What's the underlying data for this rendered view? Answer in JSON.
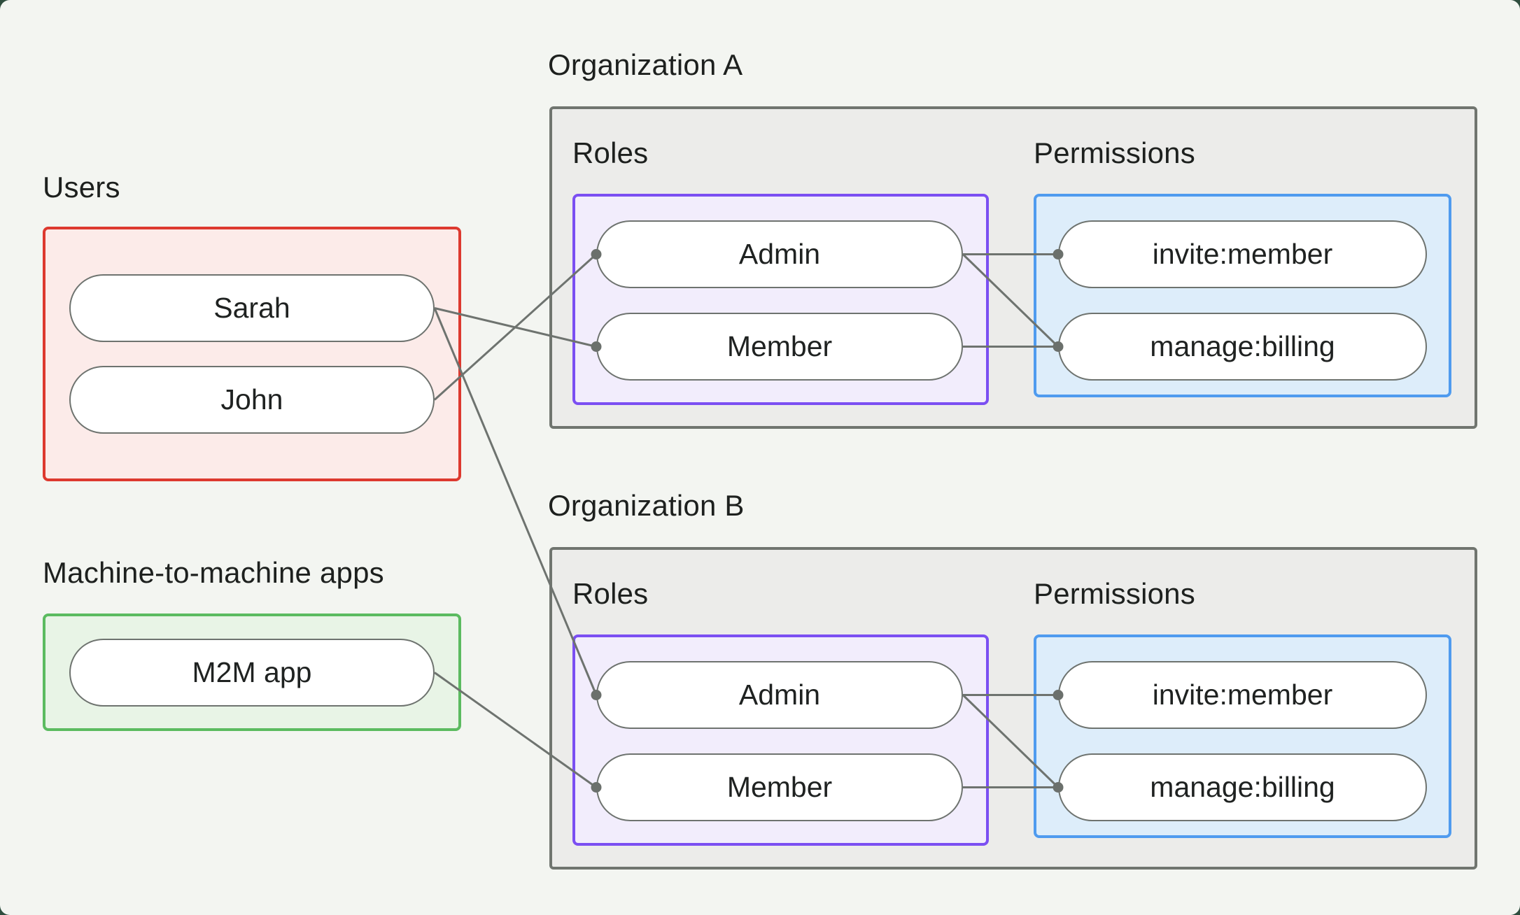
{
  "diagram": {
    "users_group": {
      "label": "Users",
      "users": [
        "Sarah",
        "John"
      ]
    },
    "m2m_group": {
      "label": "Machine-to-machine apps",
      "apps": [
        "M2M app"
      ]
    },
    "organizations": [
      {
        "title": "Organization A",
        "roles_label": "Roles",
        "permissions_label": "Permissions",
        "roles": [
          "Admin",
          "Member"
        ],
        "permissions": [
          "invite:member",
          "manage:billing"
        ]
      },
      {
        "title": "Organization B",
        "roles_label": "Roles",
        "permissions_label": "Permissions",
        "roles": [
          "Admin",
          "Member"
        ],
        "permissions": [
          "invite:member",
          "manage:billing"
        ]
      }
    ],
    "connections": [
      {
        "from": "John",
        "to": "Organization A / Admin"
      },
      {
        "from": "Sarah",
        "to": "Organization A / Member"
      },
      {
        "from": "Sarah",
        "to": "Organization B / Admin"
      },
      {
        "from": "M2M app",
        "to": "Organization B / Member"
      },
      {
        "from": "Organization A / Admin",
        "to": "Organization A / invite:member"
      },
      {
        "from": "Organization A / Admin",
        "to": "Organization A / manage:billing"
      },
      {
        "from": "Organization A / Member",
        "to": "Organization A / manage:billing"
      },
      {
        "from": "Organization B / Admin",
        "to": "Organization B / invite:member"
      },
      {
        "from": "Organization B / Admin",
        "to": "Organization B / manage:billing"
      },
      {
        "from": "Organization B / Member",
        "to": "Organization B / manage:billing"
      }
    ],
    "colors": {
      "background": "#f3f5f1",
      "page_corner": "#2e4d3e",
      "org_box_fill": "#ececea",
      "org_box_border": "#70756f",
      "users_fill": "#fcebe9",
      "users_border": "#dd392f",
      "m2m_fill": "#e8f4e6",
      "m2m_border": "#5bbb60",
      "roles_fill": "#f2edfc",
      "roles_border": "#7b4ff2",
      "permissions_fill": "#ddedfa",
      "permissions_border": "#4f9bef",
      "node_border": "#6e736f",
      "edge": "#6e736f",
      "text": "#1d201e"
    }
  }
}
